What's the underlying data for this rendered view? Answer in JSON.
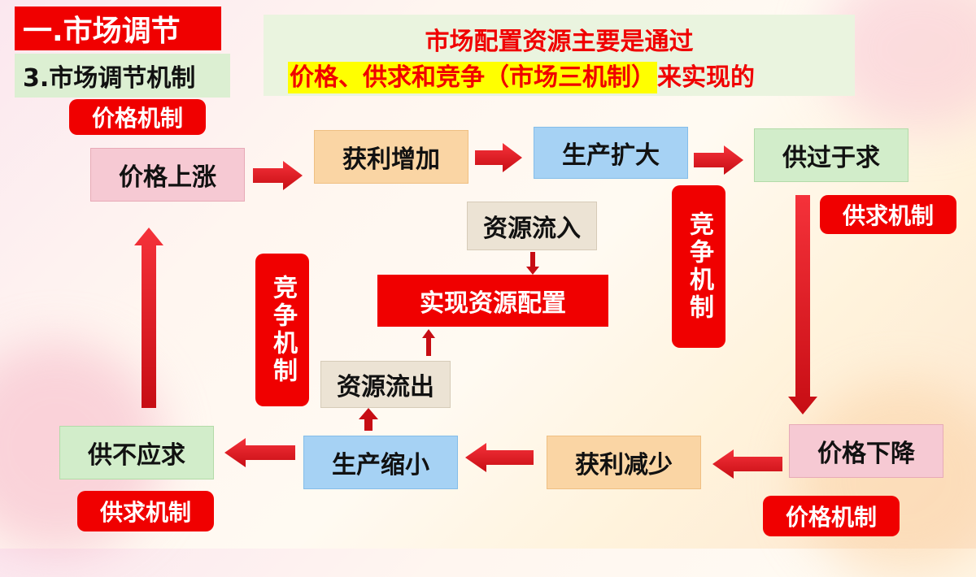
{
  "section_title": "一.市场调节",
  "subsection_title": "3.市场调节机制",
  "intro": {
    "line1": "市场配置资源主要是通过",
    "line2_highlight": "价格、供求和竞争（市场三机制）",
    "line2_tail": "来实现的"
  },
  "mechanisms": {
    "price_top": "价格机制",
    "supply_right": "供求机制",
    "competition_right": "竞争机制",
    "competition_left": "竞争机制",
    "supply_bottom": "供求机制",
    "price_bottom": "价格机制"
  },
  "boxes": {
    "price_up": "价格上涨",
    "profit_up": "获利增加",
    "prod_expand": "生产扩大",
    "supply_exceeds": "供过于求",
    "price_down": "价格下降",
    "profit_down": "获利减少",
    "prod_shrink": "生产缩小",
    "supply_short": "供不应求",
    "resource_in": "资源流入",
    "resource_out": "资源流出",
    "allocation": "实现资源配置"
  },
  "colors": {
    "accent_red": "#f00000",
    "highlight_yellow": "#ffff00",
    "arrow_red": "#e8141c"
  }
}
